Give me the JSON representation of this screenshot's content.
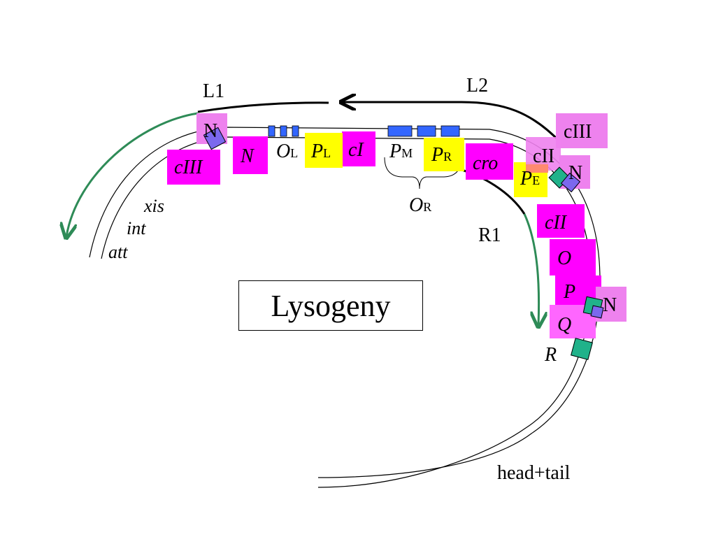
{
  "diagram": {
    "title": "Lysogeny",
    "colors": {
      "gene": "#ff00ff",
      "gene_light": "#ff66ff",
      "protein_light": "#ee82ee",
      "promoter": "#ffff00",
      "operator": "#3366ff",
      "transcript_green": "#2e8b57",
      "marker_purple": "#7b68ee",
      "marker_green": "#20b28a"
    },
    "transcripts": {
      "l1": "L1",
      "l2": "L2",
      "r1": "R1"
    },
    "genes": {
      "ciii_left": "cIII",
      "n_gene": "N",
      "ci": "cI",
      "cro": "cro",
      "cii_gene": "cII",
      "o_gene": "O",
      "p_gene": "P",
      "q_gene": "Q",
      "r_gene": "R",
      "xis": "xis",
      "int": "int",
      "att": "att",
      "head_tail": "head+tail"
    },
    "proteins": {
      "n_left": "N",
      "ciii_right": "cIII",
      "cii_right": "cII",
      "n_right": "N",
      "n_lower": "N"
    },
    "promoters": {
      "p": "P",
      "l_sub": "L",
      "r_sub": "R",
      "m_sub": "M",
      "e_sub": "E"
    },
    "operators": {
      "o": "O",
      "l_sub": "L",
      "r_sub": "R"
    }
  }
}
